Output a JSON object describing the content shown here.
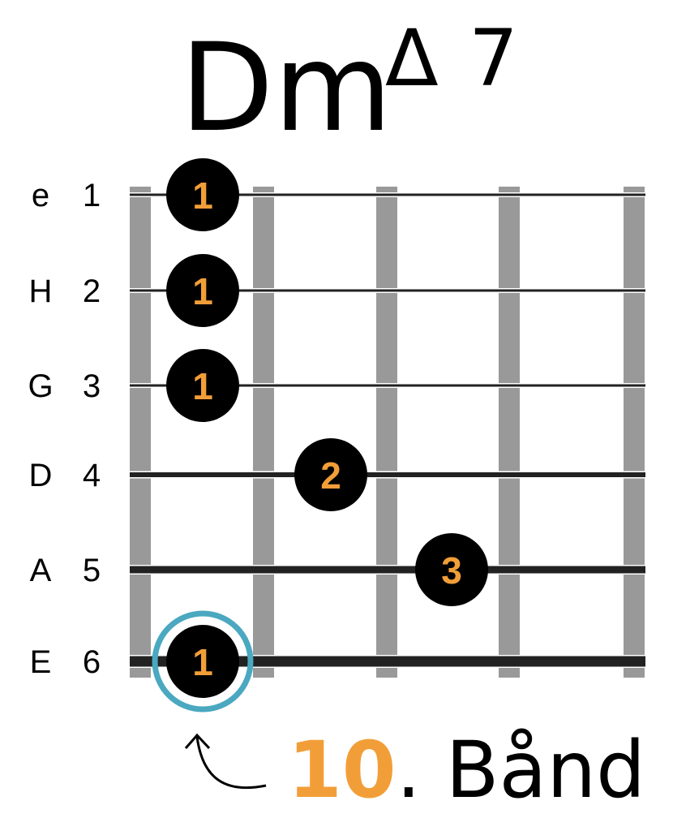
{
  "title": {
    "chord_root": "Dm",
    "chord_symbol": "Δ",
    "chord_extension": "7"
  },
  "strings": [
    {
      "name": "e",
      "number": "1"
    },
    {
      "name": "H",
      "number": "2"
    },
    {
      "name": "G",
      "number": "3"
    },
    {
      "name": "D",
      "number": "4"
    },
    {
      "name": "A",
      "number": "5"
    },
    {
      "name": "E",
      "number": "6"
    }
  ],
  "fingers": [
    {
      "string": 1,
      "fret": 1,
      "label": "1"
    },
    {
      "string": 2,
      "fret": 1,
      "label": "1"
    },
    {
      "string": 3,
      "fret": 1,
      "label": "1"
    },
    {
      "string": 4,
      "fret": 2,
      "label": "2"
    },
    {
      "string": 5,
      "fret": 3,
      "label": "3"
    },
    {
      "string": 6,
      "fret": 1,
      "label": "1"
    }
  ],
  "root_marker": {
    "string": 6,
    "fret": 1
  },
  "fret_position": {
    "number": "10",
    "suffix": ". Bånd"
  },
  "colors": {
    "accent": "#F29E38",
    "root_ring": "#4AA8C0",
    "fret_bar": "#999999",
    "string": "#222222",
    "dot": "#000000"
  }
}
